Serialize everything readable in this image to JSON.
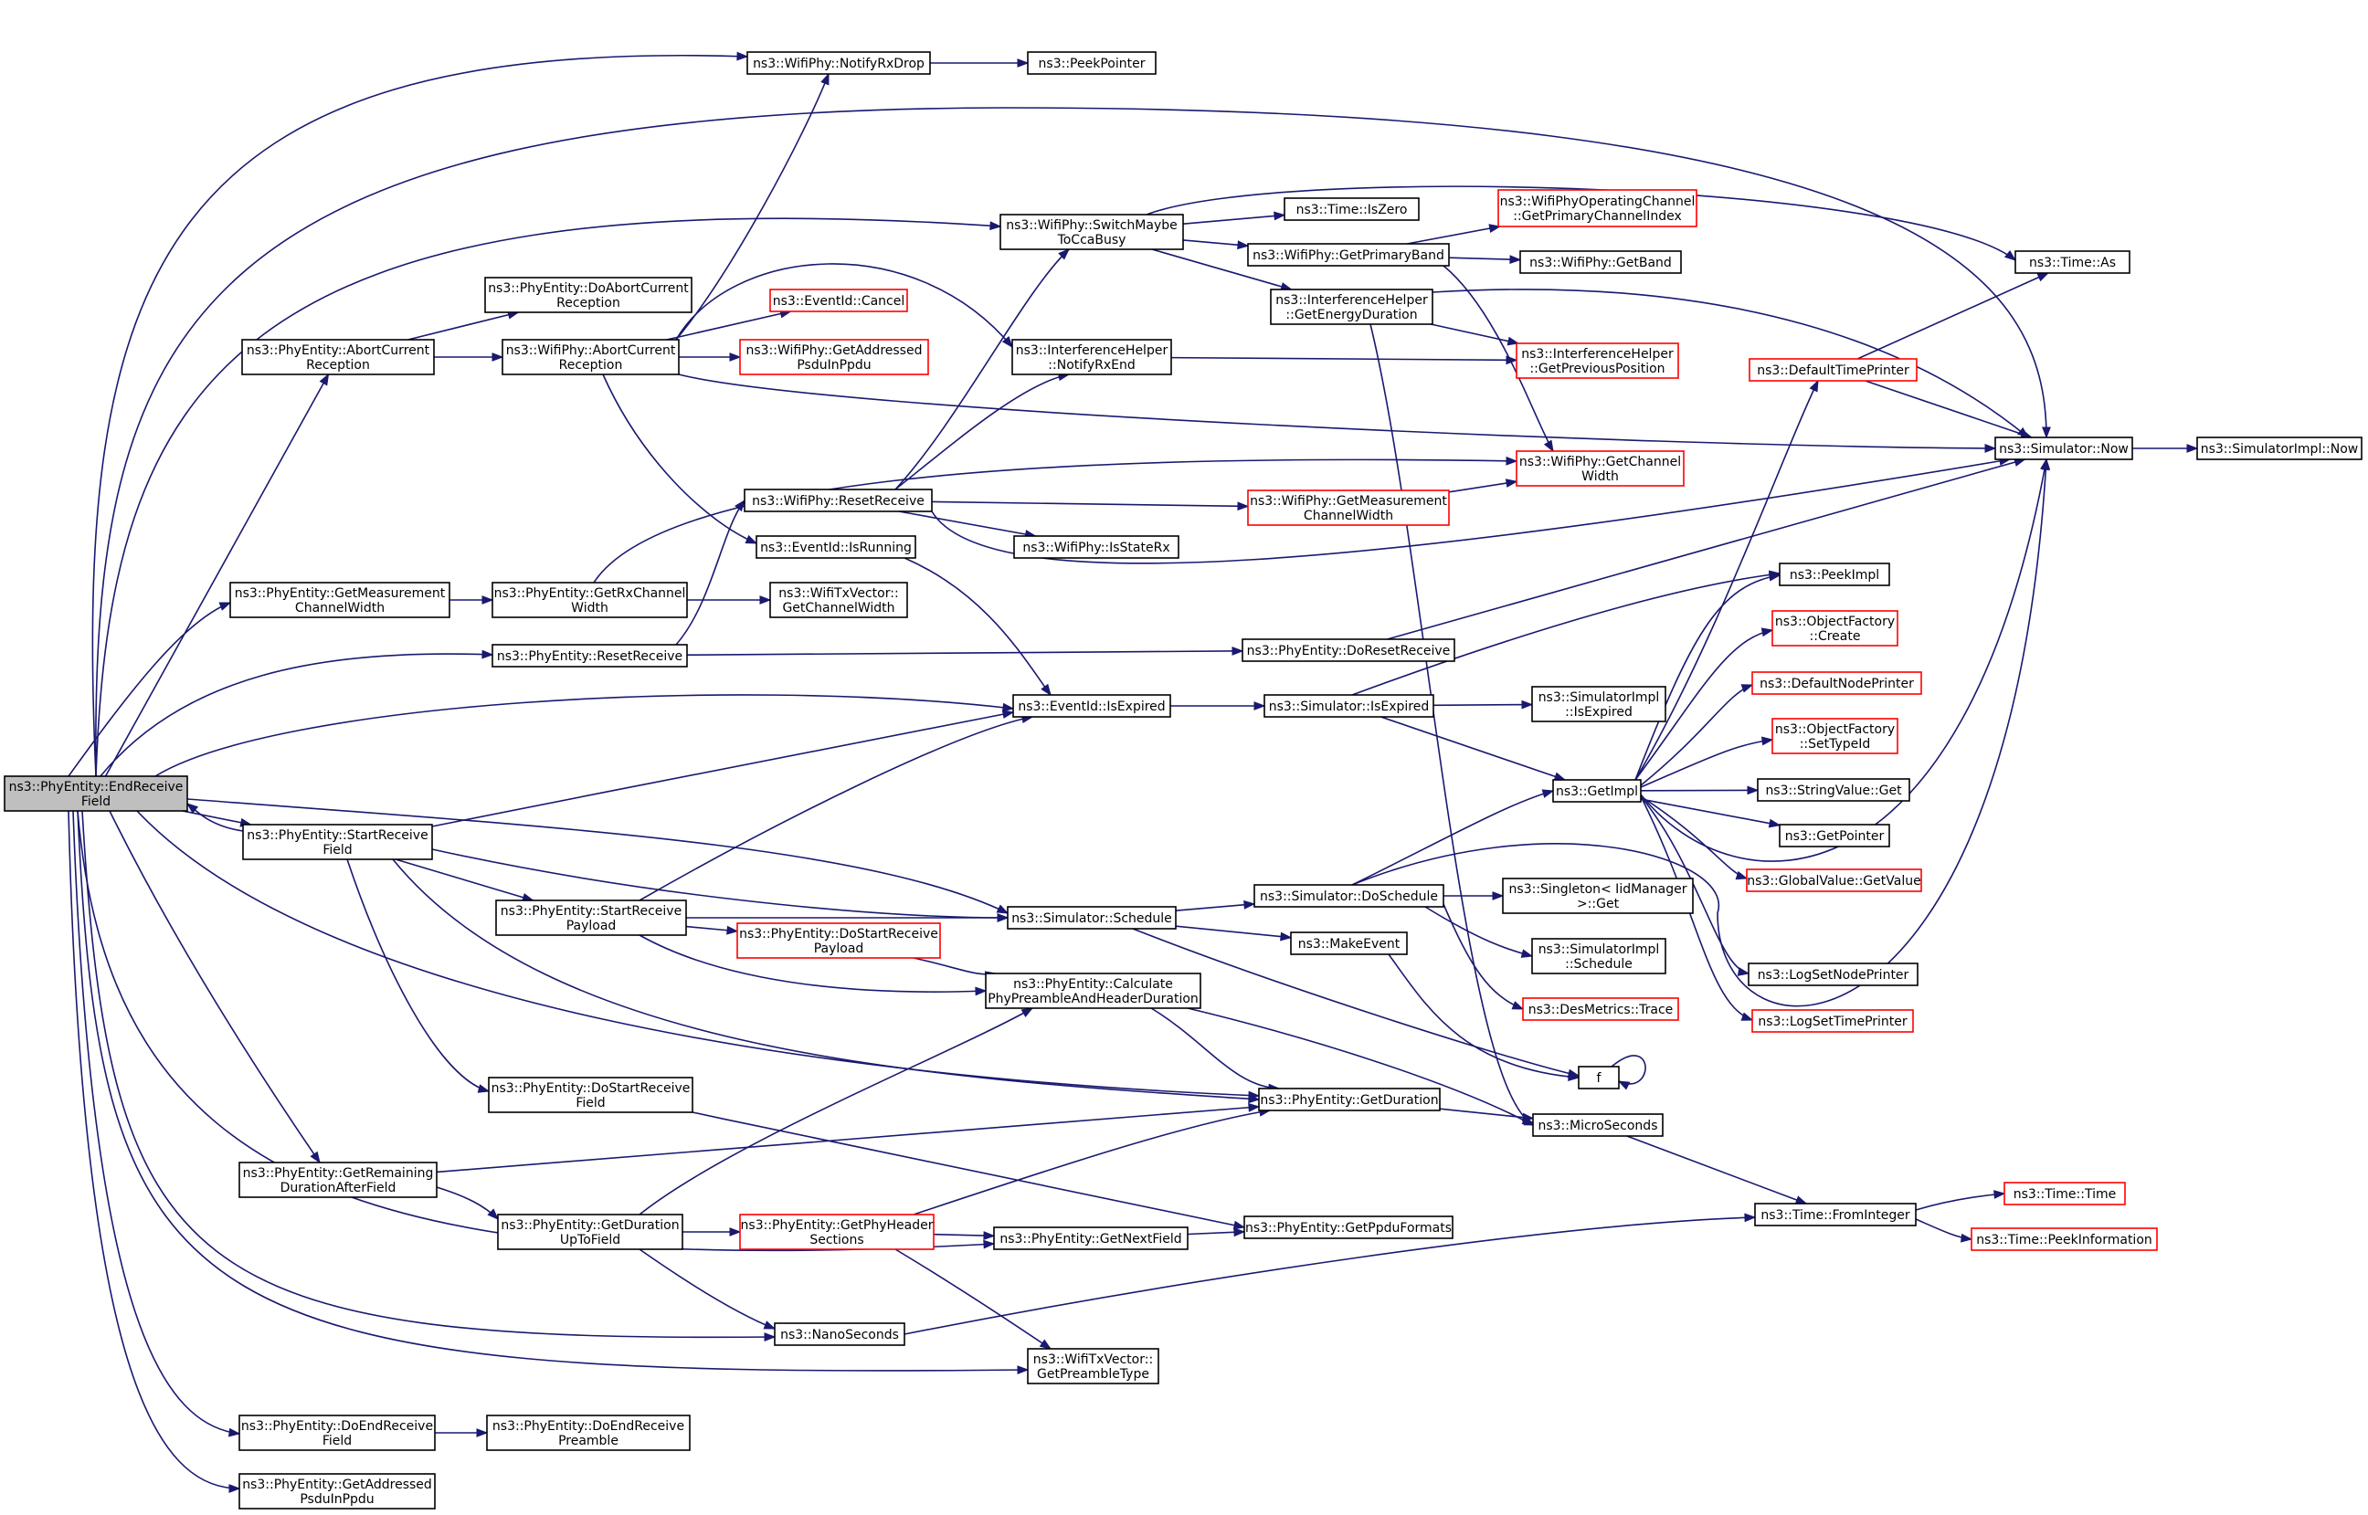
{
  "nodes": [
    {
      "id": "root",
      "lines": [
        "ns3::PhyEntity::EndReceive",
        "Field"
      ],
      "border": "root"
    },
    {
      "id": "notifyRxDrop",
      "lines": [
        "ns3::WifiPhy::NotifyRxDrop"
      ],
      "border": "black"
    },
    {
      "id": "peekPointer",
      "lines": [
        "ns3::PeekPointer"
      ],
      "border": "black"
    },
    {
      "id": "switchMaybe",
      "lines": [
        "ns3::WifiPhy::SwitchMaybe",
        "ToCcaBusy"
      ],
      "border": "black"
    },
    {
      "id": "timeIsZero",
      "lines": [
        "ns3::Time::IsZero"
      ],
      "border": "black"
    },
    {
      "id": "getPrimaryChIdx",
      "lines": [
        "ns3::WifiPhyOperatingChannel",
        "::GetPrimaryChannelIndex"
      ],
      "border": "red"
    },
    {
      "id": "getPrimaryBand",
      "lines": [
        "ns3::WifiPhy::GetPrimaryBand"
      ],
      "border": "black"
    },
    {
      "id": "getBand",
      "lines": [
        "ns3::WifiPhy::GetBand"
      ],
      "border": "black"
    },
    {
      "id": "timeAs",
      "lines": [
        "ns3::Time::As"
      ],
      "border": "black"
    },
    {
      "id": "ihGetEnergyDuration",
      "lines": [
        "ns3::InterferenceHelper",
        "::GetEnergyDuration"
      ],
      "border": "black"
    },
    {
      "id": "peDoAbortCurrent",
      "lines": [
        "ns3::PhyEntity::DoAbortCurrent",
        "Reception"
      ],
      "border": "black"
    },
    {
      "id": "eventIdCancel",
      "lines": [
        "ns3::EventId::Cancel"
      ],
      "border": "red"
    },
    {
      "id": "peAbortCurrent",
      "lines": [
        "ns3::PhyEntity::AbortCurrent",
        "Reception"
      ],
      "border": "black"
    },
    {
      "id": "wpAbortCurrent",
      "lines": [
        "ns3::WifiPhy::AbortCurrent",
        "Reception"
      ],
      "border": "black"
    },
    {
      "id": "wpGetAddressedPsdu",
      "lines": [
        "ns3::WifiPhy::GetAddressed",
        "PsduInPpdu"
      ],
      "border": "red"
    },
    {
      "id": "ihNotifyRxEnd",
      "lines": [
        "ns3::InterferenceHelper",
        "::NotifyRxEnd"
      ],
      "border": "black"
    },
    {
      "id": "ihGetPrevPos",
      "lines": [
        "ns3::InterferenceHelper",
        "::GetPreviousPosition"
      ],
      "border": "red"
    },
    {
      "id": "defaultTimePrinter",
      "lines": [
        "ns3::DefaultTimePrinter"
      ],
      "border": "red"
    },
    {
      "id": "simulatorNow",
      "lines": [
        "ns3::Simulator::Now"
      ],
      "border": "black"
    },
    {
      "id": "simImplNow",
      "lines": [
        "ns3::SimulatorImpl::Now"
      ],
      "border": "black"
    },
    {
      "id": "wpGetChannelWidth",
      "lines": [
        "ns3::WifiPhy::GetChannel",
        "Width"
      ],
      "border": "red"
    },
    {
      "id": "wpResetReceive",
      "lines": [
        "ns3::WifiPhy::ResetReceive"
      ],
      "border": "black"
    },
    {
      "id": "wpGetMeasCW",
      "lines": [
        "ns3::WifiPhy::GetMeasurement",
        "ChannelWidth"
      ],
      "border": "red"
    },
    {
      "id": "eventIdIsRunning",
      "lines": [
        "ns3::EventId::IsRunning"
      ],
      "border": "black"
    },
    {
      "id": "wpIsStateRx",
      "lines": [
        "ns3::WifiPhy::IsStateRx"
      ],
      "border": "black"
    },
    {
      "id": "peekImpl",
      "lines": [
        "ns3::PeekImpl"
      ],
      "border": "black"
    },
    {
      "id": "peGetMeasCW",
      "lines": [
        "ns3::PhyEntity::GetMeasurement",
        "ChannelWidth"
      ],
      "border": "black"
    },
    {
      "id": "peGetRxCW",
      "lines": [
        "ns3::PhyEntity::GetRxChannel",
        "Width"
      ],
      "border": "black"
    },
    {
      "id": "txvGetCW",
      "lines": [
        "ns3::WifiTxVector::",
        "GetChannelWidth"
      ],
      "border": "black"
    },
    {
      "id": "objFactoryCreate",
      "lines": [
        "ns3::ObjectFactory",
        "::Create"
      ],
      "border": "red"
    },
    {
      "id": "peResetReceive",
      "lines": [
        "ns3::PhyEntity::ResetReceive"
      ],
      "border": "black"
    },
    {
      "id": "peDoResetReceive",
      "lines": [
        "ns3::PhyEntity::DoResetReceive"
      ],
      "border": "black"
    },
    {
      "id": "defaultNodePrinter",
      "lines": [
        "ns3::DefaultNodePrinter"
      ],
      "border": "red"
    },
    {
      "id": "eventIdIsExpired",
      "lines": [
        "ns3::EventId::IsExpired"
      ],
      "border": "black"
    },
    {
      "id": "simIsExpired",
      "lines": [
        "ns3::Simulator::IsExpired"
      ],
      "border": "black"
    },
    {
      "id": "simImplIsExpired",
      "lines": [
        "ns3::SimulatorImpl",
        "::IsExpired"
      ],
      "border": "black"
    },
    {
      "id": "objFactorySetTypeId",
      "lines": [
        "ns3::ObjectFactory",
        "::SetTypeId"
      ],
      "border": "red"
    },
    {
      "id": "getImpl",
      "lines": [
        "ns3::GetImpl"
      ],
      "border": "black"
    },
    {
      "id": "stringValueGet",
      "lines": [
        "ns3::StringValue::Get"
      ],
      "border": "black"
    },
    {
      "id": "peStartReceiveField",
      "lines": [
        "ns3::PhyEntity::StartReceive",
        "Field"
      ],
      "border": "black"
    },
    {
      "id": "getPointer",
      "lines": [
        "ns3::GetPointer"
      ],
      "border": "black"
    },
    {
      "id": "globalValueGetValue",
      "lines": [
        "ns3::GlobalValue::GetValue"
      ],
      "border": "red"
    },
    {
      "id": "simDoSchedule",
      "lines": [
        "ns3::Simulator::DoSchedule"
      ],
      "border": "black"
    },
    {
      "id": "singletonGet",
      "lines": [
        "ns3::Singleton< IidManager",
        ">::Get"
      ],
      "border": "black"
    },
    {
      "id": "peStartReceivePayload",
      "lines": [
        "ns3::PhyEntity::StartReceive",
        "Payload"
      ],
      "border": "black"
    },
    {
      "id": "simSchedule",
      "lines": [
        "ns3::Simulator::Schedule"
      ],
      "border": "black"
    },
    {
      "id": "peDoStartReceivePayload",
      "lines": [
        "ns3::PhyEntity::DoStartReceive",
        "Payload"
      ],
      "border": "red"
    },
    {
      "id": "makeEvent",
      "lines": [
        "ns3::MakeEvent"
      ],
      "border": "black"
    },
    {
      "id": "simImplSchedule",
      "lines": [
        "ns3::SimulatorImpl",
        "::Schedule"
      ],
      "border": "black"
    },
    {
      "id": "peCalcPreamble",
      "lines": [
        "ns3::PhyEntity::Calculate",
        "PhyPreambleAndHeaderDuration"
      ],
      "border": "black"
    },
    {
      "id": "logSetNodePrinter",
      "lines": [
        "ns3::LogSetNodePrinter"
      ],
      "border": "black"
    },
    {
      "id": "desMetricsTrace",
      "lines": [
        "ns3::DesMetrics::Trace"
      ],
      "border": "red"
    },
    {
      "id": "logSetTimePrinter",
      "lines": [
        "ns3::LogSetTimePrinter"
      ],
      "border": "red"
    },
    {
      "id": "f",
      "lines": [
        "f"
      ],
      "border": "black"
    },
    {
      "id": "peDoStartReceiveField",
      "lines": [
        "ns3::PhyEntity::DoStartReceive",
        "Field"
      ],
      "border": "black"
    },
    {
      "id": "peGetDuration",
      "lines": [
        "ns3::PhyEntity::GetDuration"
      ],
      "border": "black"
    },
    {
      "id": "microSeconds",
      "lines": [
        "ns3::MicroSeconds"
      ],
      "border": "black"
    },
    {
      "id": "peGetRemaining",
      "lines": [
        "ns3::PhyEntity::GetRemaining",
        "DurationAfterField"
      ],
      "border": "black"
    },
    {
      "id": "timeFromInteger",
      "lines": [
        "ns3::Time::FromInteger"
      ],
      "border": "black"
    },
    {
      "id": "timeTime",
      "lines": [
        "ns3::Time::Time"
      ],
      "border": "red"
    },
    {
      "id": "peGetDurationUpTo",
      "lines": [
        "ns3::PhyEntity::GetDuration",
        "UpToField"
      ],
      "border": "black"
    },
    {
      "id": "peGetPhyHeaderSections",
      "lines": [
        "ns3::PhyEntity::GetPhyHeader",
        "Sections"
      ],
      "border": "red"
    },
    {
      "id": "peGetPpduFormats",
      "lines": [
        "ns3::PhyEntity::GetPpduFormats"
      ],
      "border": "black"
    },
    {
      "id": "peGetNextField",
      "lines": [
        "ns3::PhyEntity::GetNextField"
      ],
      "border": "black"
    },
    {
      "id": "timePeekInformation",
      "lines": [
        "ns3::Time::PeekInformation"
      ],
      "border": "red"
    },
    {
      "id": "nanoSeconds",
      "lines": [
        "ns3::NanoSeconds"
      ],
      "border": "black"
    },
    {
      "id": "txvGetPreambleType",
      "lines": [
        "ns3::WifiTxVector::",
        "GetPreambleType"
      ],
      "border": "black"
    },
    {
      "id": "peDoEndReceiveField",
      "lines": [
        "ns3::PhyEntity::DoEndReceive",
        "Field"
      ],
      "border": "black"
    },
    {
      "id": "peDoEndReceivePreamble",
      "lines": [
        "ns3::PhyEntity::DoEndReceive",
        "Preamble"
      ],
      "border": "black"
    },
    {
      "id": "peGetAddressedPsdu",
      "lines": [
        "ns3::PhyEntity::GetAddressed",
        "PsduInPpdu"
      ],
      "border": "black"
    }
  ],
  "edges": [
    [
      "root",
      "notifyRxDrop"
    ],
    [
      "root",
      "simulatorNow"
    ],
    [
      "root",
      "switchMaybe"
    ],
    [
      "root",
      "peAbortCurrent"
    ],
    [
      "root",
      "peGetMeasCW"
    ],
    [
      "root",
      "peResetReceive"
    ],
    [
      "root",
      "eventIdIsExpired"
    ],
    [
      "root",
      "peStartReceiveField"
    ],
    [
      "root",
      "simSchedule"
    ],
    [
      "root",
      "peGetDuration"
    ],
    [
      "root",
      "peGetRemaining"
    ],
    [
      "root",
      "peGetNextField"
    ],
    [
      "root",
      "nanoSeconds"
    ],
    [
      "root",
      "txvGetPreambleType"
    ],
    [
      "root",
      "peDoEndReceiveField"
    ],
    [
      "root",
      "peGetAddressedPsdu"
    ],
    [
      "notifyRxDrop",
      "peekPointer"
    ],
    [
      "switchMaybe",
      "timeIsZero"
    ],
    [
      "switchMaybe",
      "getPrimaryBand"
    ],
    [
      "switchMaybe",
      "ihGetEnergyDuration"
    ],
    [
      "switchMaybe",
      "timeAs"
    ],
    [
      "getPrimaryBand",
      "getPrimaryChIdx"
    ],
    [
      "getPrimaryBand",
      "getBand"
    ],
    [
      "getPrimaryBand",
      "wpGetChannelWidth"
    ],
    [
      "ihGetEnergyDuration",
      "ihGetPrevPos"
    ],
    [
      "ihGetEnergyDuration",
      "simulatorNow"
    ],
    [
      "ihGetEnergyDuration",
      "microSeconds"
    ],
    [
      "peAbortCurrent",
      "peDoAbortCurrent"
    ],
    [
      "peAbortCurrent",
      "wpAbortCurrent"
    ],
    [
      "wpAbortCurrent",
      "notifyRxDrop"
    ],
    [
      "wpAbortCurrent",
      "eventIdCancel"
    ],
    [
      "wpAbortCurrent",
      "wpGetAddressedPsdu"
    ],
    [
      "wpAbortCurrent",
      "ihNotifyRxEnd"
    ],
    [
      "wpAbortCurrent",
      "simulatorNow"
    ],
    [
      "wpAbortCurrent",
      "eventIdIsRunning"
    ],
    [
      "ihNotifyRxEnd",
      "ihGetPrevPos"
    ],
    [
      "defaultTimePrinter",
      "timeAs"
    ],
    [
      "defaultTimePrinter",
      "simulatorNow"
    ],
    [
      "simulatorNow",
      "simImplNow"
    ],
    [
      "wpResetReceive",
      "switchMaybe"
    ],
    [
      "wpResetReceive",
      "ihNotifyRxEnd"
    ],
    [
      "wpResetReceive",
      "wpGetMeasCW"
    ],
    [
      "wpResetReceive",
      "wpIsStateRx"
    ],
    [
      "wpResetReceive",
      "simulatorNow"
    ],
    [
      "wpGetMeasCW",
      "wpGetChannelWidth"
    ],
    [
      "eventIdIsRunning",
      "eventIdIsExpired"
    ],
    [
      "peGetMeasCW",
      "peGetRxCW"
    ],
    [
      "peGetRxCW",
      "wpGetChannelWidth"
    ],
    [
      "peGetRxCW",
      "txvGetCW"
    ],
    [
      "peResetReceive",
      "wpResetReceive"
    ],
    [
      "peResetReceive",
      "peDoResetReceive"
    ],
    [
      "peDoResetReceive",
      "simulatorNow"
    ],
    [
      "eventIdIsExpired",
      "simIsExpired"
    ],
    [
      "simIsExpired",
      "peekImpl"
    ],
    [
      "simIsExpired",
      "simImplIsExpired"
    ],
    [
      "simIsExpired",
      "getImpl"
    ],
    [
      "getImpl",
      "peekImpl"
    ],
    [
      "getImpl",
      "objFactoryCreate"
    ],
    [
      "getImpl",
      "defaultNodePrinter"
    ],
    [
      "getImpl",
      "objFactorySetTypeId"
    ],
    [
      "getImpl",
      "stringValueGet"
    ],
    [
      "getImpl",
      "getPointer"
    ],
    [
      "getImpl",
      "globalValueGetValue"
    ],
    [
      "getImpl",
      "logSetNodePrinter"
    ],
    [
      "getImpl",
      "logSetTimePrinter"
    ],
    [
      "getImpl",
      "simulatorNow"
    ],
    [
      "getImpl",
      "defaultTimePrinter"
    ],
    [
      "peStartReceiveField",
      "root"
    ],
    [
      "peStartReceiveField",
      "eventIdIsExpired"
    ],
    [
      "peStartReceiveField",
      "peStartReceivePayload"
    ],
    [
      "peStartReceiveField",
      "simSchedule"
    ],
    [
      "peStartReceiveField",
      "peGetDuration"
    ],
    [
      "peStartReceiveField",
      "peDoStartReceiveField"
    ],
    [
      "peStartReceivePayload",
      "eventIdIsExpired"
    ],
    [
      "peStartReceivePayload",
      "peDoStartReceivePayload"
    ],
    [
      "peStartReceivePayload",
      "simSchedule"
    ],
    [
      "peStartReceivePayload",
      "peCalcPreamble"
    ],
    [
      "peDoStartReceivePayload",
      "peCalcPreamble"
    ],
    [
      "simSchedule",
      "simDoSchedule"
    ],
    [
      "simSchedule",
      "makeEvent"
    ],
    [
      "simSchedule",
      "f"
    ],
    [
      "simDoSchedule",
      "getImpl"
    ],
    [
      "simDoSchedule",
      "singletonGet"
    ],
    [
      "simDoSchedule",
      "simImplSchedule"
    ],
    [
      "simDoSchedule",
      "desMetricsTrace"
    ],
    [
      "simDoSchedule",
      "simulatorNow"
    ],
    [
      "makeEvent",
      "f"
    ],
    [
      "f",
      "f"
    ],
    [
      "peCalcPreamble",
      "peGetDuration"
    ],
    [
      "peCalcPreamble",
      "microSeconds"
    ],
    [
      "peDoStartReceiveField",
      "peGetPpduFormats"
    ],
    [
      "peGetDuration",
      "microSeconds"
    ],
    [
      "microSeconds",
      "timeFromInteger"
    ],
    [
      "peGetRemaining",
      "peGetDuration"
    ],
    [
      "peGetRemaining",
      "peGetDurationUpTo"
    ],
    [
      "peGetDurationUpTo",
      "peCalcPreamble"
    ],
    [
      "peGetDurationUpTo",
      "peGetPhyHeaderSections"
    ],
    [
      "peGetDurationUpTo",
      "nanoSeconds"
    ],
    [
      "peGetPhyHeaderSections",
      "peGetDuration"
    ],
    [
      "peGetPhyHeaderSections",
      "peGetNextField"
    ],
    [
      "peGetPhyHeaderSections",
      "txvGetPreambleType"
    ],
    [
      "peGetNextField",
      "peGetPpduFormats"
    ],
    [
      "timeFromInteger",
      "timeTime"
    ],
    [
      "timeFromInteger",
      "timePeekInformation"
    ],
    [
      "nanoSeconds",
      "timeFromInteger"
    ],
    [
      "peDoEndReceiveField",
      "peDoEndReceivePreamble"
    ]
  ]
}
